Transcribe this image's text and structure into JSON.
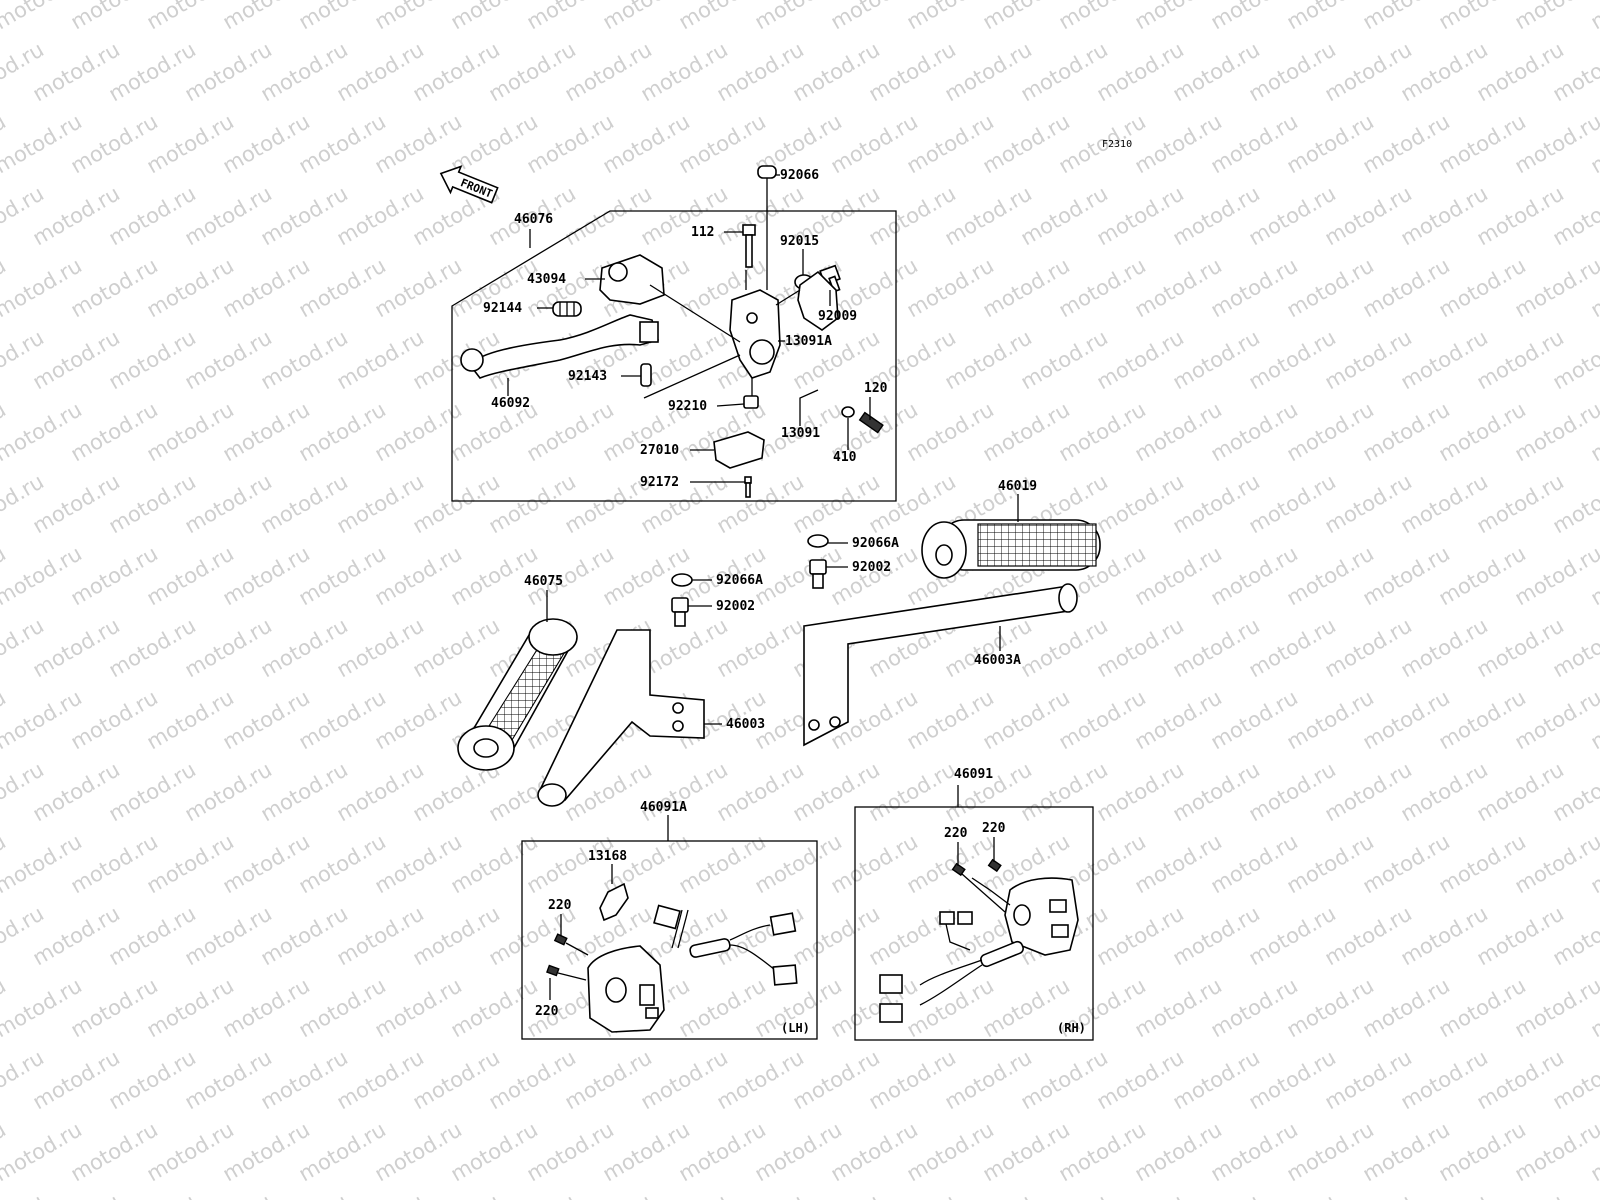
{
  "watermark": {
    "text": "motod.ru"
  },
  "diagram": {
    "figure_code": "F2310",
    "front_label": "FRONT",
    "side_labels": {
      "left": "(LH)",
      "right": "(RH)"
    },
    "part_numbers": {
      "p46076": "46076",
      "p43094": "43094",
      "p92144": "92144",
      "p46092": "46092",
      "p92143": "92143",
      "p112": "112",
      "p92066": "92066",
      "p92015": "92015",
      "p92009": "92009",
      "p13091A": "13091A",
      "p92210": "92210",
      "p13091": "13091",
      "p120": "120",
      "p410": "410",
      "p27010": "27010",
      "p92172": "92172",
      "p46019": "46019",
      "p92066A_r": "92066A",
      "p92002_r": "92002",
      "p46003A": "46003A",
      "p46075": "46075",
      "p92066A_l": "92066A",
      "p92002_l": "92002",
      "p46003": "46003",
      "p46091A": "46091A",
      "p13168": "13168",
      "p220_lh_top": "220",
      "p220_lh_bottom": "220",
      "p46091": "46091",
      "p220_rh_a": "220",
      "p220_rh_b": "220"
    }
  }
}
